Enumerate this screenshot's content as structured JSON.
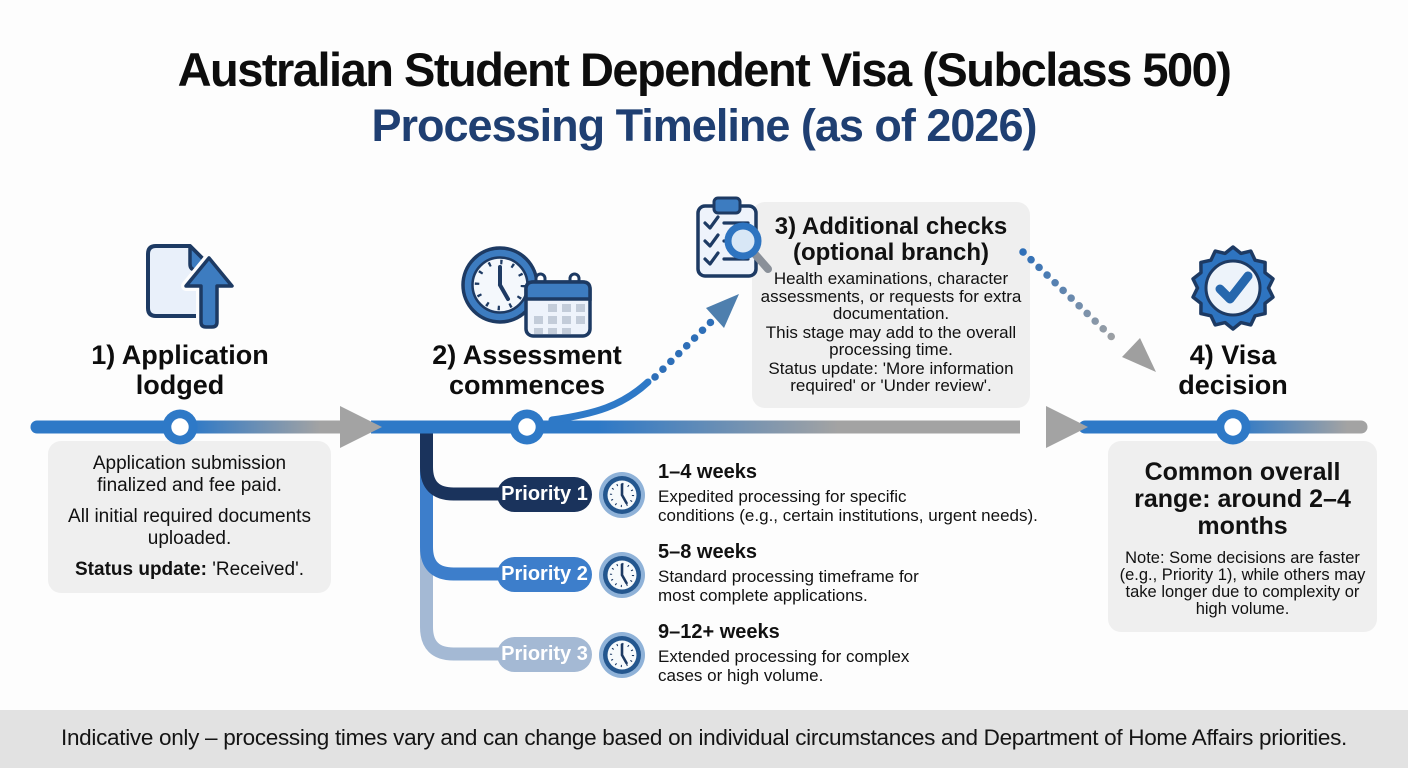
{
  "title": {
    "line1": "Australian Student Dependent Visa (Subclass 500)",
    "line2": "Processing Timeline (as of 2026)"
  },
  "stage1": {
    "label": "1) Application lodged",
    "icon": "document-upload-icon",
    "note1": "Application submission finalized and fee paid.",
    "note2": "All initial required documents uploaded.",
    "status_label": "Status update:",
    "status_value": " 'Received'."
  },
  "stage2": {
    "label": "2) Assessment commences",
    "icon": "clock-calendar-icon"
  },
  "stage3": {
    "title1": "3) Additional checks",
    "title2": "(optional branch)",
    "icon": "checklist-magnifier-icon",
    "body1": "Health examinations, character assessments, or requests for extra documentation.",
    "body2": "This stage may add to the overall processing time.",
    "body3": "Status update: 'More information required' or 'Under review'."
  },
  "stage4": {
    "label": "4) Visa decision",
    "icon": "approval-badge-icon",
    "range_title": "Common overall range: around 2–4 months",
    "note": "Note: Some decisions are faster (e.g., Priority 1), while others may take longer due to complexity or high volume."
  },
  "priorities": [
    {
      "name": "Priority 1",
      "duration": "1–4 weeks",
      "desc_line1": "Expedited processing for specific",
      "desc_line2": "conditions (e.g., certain institutions, urgent needs).",
      "color": "#1a335c",
      "icon": "clock-icon"
    },
    {
      "name": "Priority 2",
      "duration": "5–8 weeks",
      "desc_line1": "Standard processing timeframe for",
      "desc_line2": "most complete applications.",
      "color": "#3d7ecb",
      "icon": "clock-icon"
    },
    {
      "name": "Priority 3",
      "duration": "9–12+ weeks",
      "desc_line1": "Extended processing for complex",
      "desc_line2": "cases or high volume.",
      "color": "#a4b9d4",
      "icon": "clock-icon"
    }
  ],
  "footer": {
    "text": "Indicative only – processing times vary and can change based on individual circumstances and Department of Home Affairs priorities."
  },
  "colors": {
    "timeline_blue": "#2e79c7",
    "timeline_gray": "#a3a3a3",
    "navy_outline": "#1d3a63",
    "title_blue": "#1f3f72",
    "box_background": "#efefef",
    "footer_background": "#e2e2e2",
    "priority1": "#1a335c",
    "priority2": "#3d7ecb",
    "priority3": "#a4b9d4"
  }
}
